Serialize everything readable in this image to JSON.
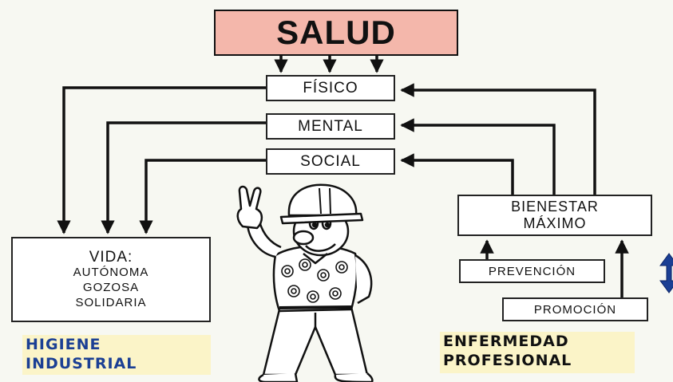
{
  "title": "SALUD",
  "dimensions": {
    "fisico": "FÍSICO",
    "mental": "MENTAL",
    "social": "SOCIAL"
  },
  "bienestar": {
    "line1": "BIENESTAR",
    "line2": "MÁXIMO"
  },
  "prevencion": "PREVENCIÓN",
  "promocion": "PROMOCIÓN",
  "vida": {
    "title": "VIDA:",
    "items": [
      "AUTÓNOMA",
      "GOZOSA",
      "SOLIDARIA"
    ]
  },
  "labels": {
    "higiene_line1": "HIGIENE",
    "higiene_line2": "INDUSTRIAL",
    "enfermedad_line1": "ENFERMEDAD",
    "enfermedad_line2": "PROFESIONAL"
  },
  "colors": {
    "salud_fill": "#f4b7ab",
    "higiene_text": "#1b3f94",
    "tag_fill": "#fbf4c8",
    "double_arrow": "#1b3f94"
  },
  "icons": {
    "worker": "worker-thumbs-up-illustration",
    "double_arrow": "up-down-arrow-icon"
  }
}
